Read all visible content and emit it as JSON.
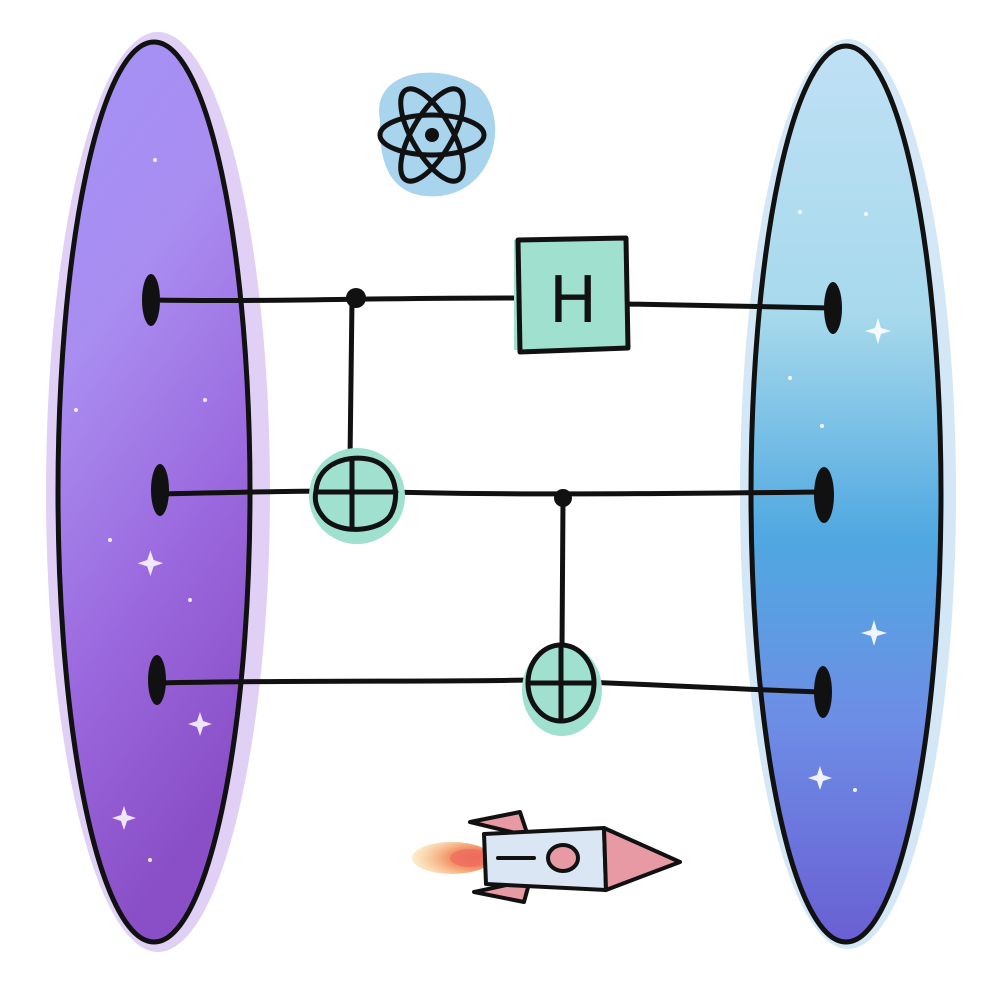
{
  "diagram": {
    "kind": "quantum-circuit-illustration",
    "qubit_count": 3,
    "gates": [
      {
        "type": "H",
        "label": "H",
        "target_qubit": 1,
        "step": 2
      },
      {
        "type": "CNOT",
        "control_qubit": 1,
        "target_qubit": 2,
        "step": 1
      },
      {
        "type": "CNOT",
        "control_qubit": 2,
        "target_qubit": 3,
        "step": 3
      }
    ],
    "decorations": [
      "atom-icon",
      "rocket-icon",
      "left-galaxy-ellipse",
      "right-sky-ellipse"
    ],
    "colors": {
      "gate_fill": "#9fe0cf",
      "ink": "#111111",
      "left_ellipse_top": "#a98cf6",
      "left_ellipse_bottom": "#8d4cc9",
      "right_ellipse_top": "#b9dcf4",
      "right_ellipse_mid": "#4aa6e0",
      "right_ellipse_bottom": "#6a63d9",
      "atom_bg": "#a9d4ee",
      "rocket_body": "#dbe6f5",
      "rocket_accent": "#e79aa4",
      "flame_outer": "#f8d28a",
      "flame_inner": "#ef6f5f"
    }
  }
}
